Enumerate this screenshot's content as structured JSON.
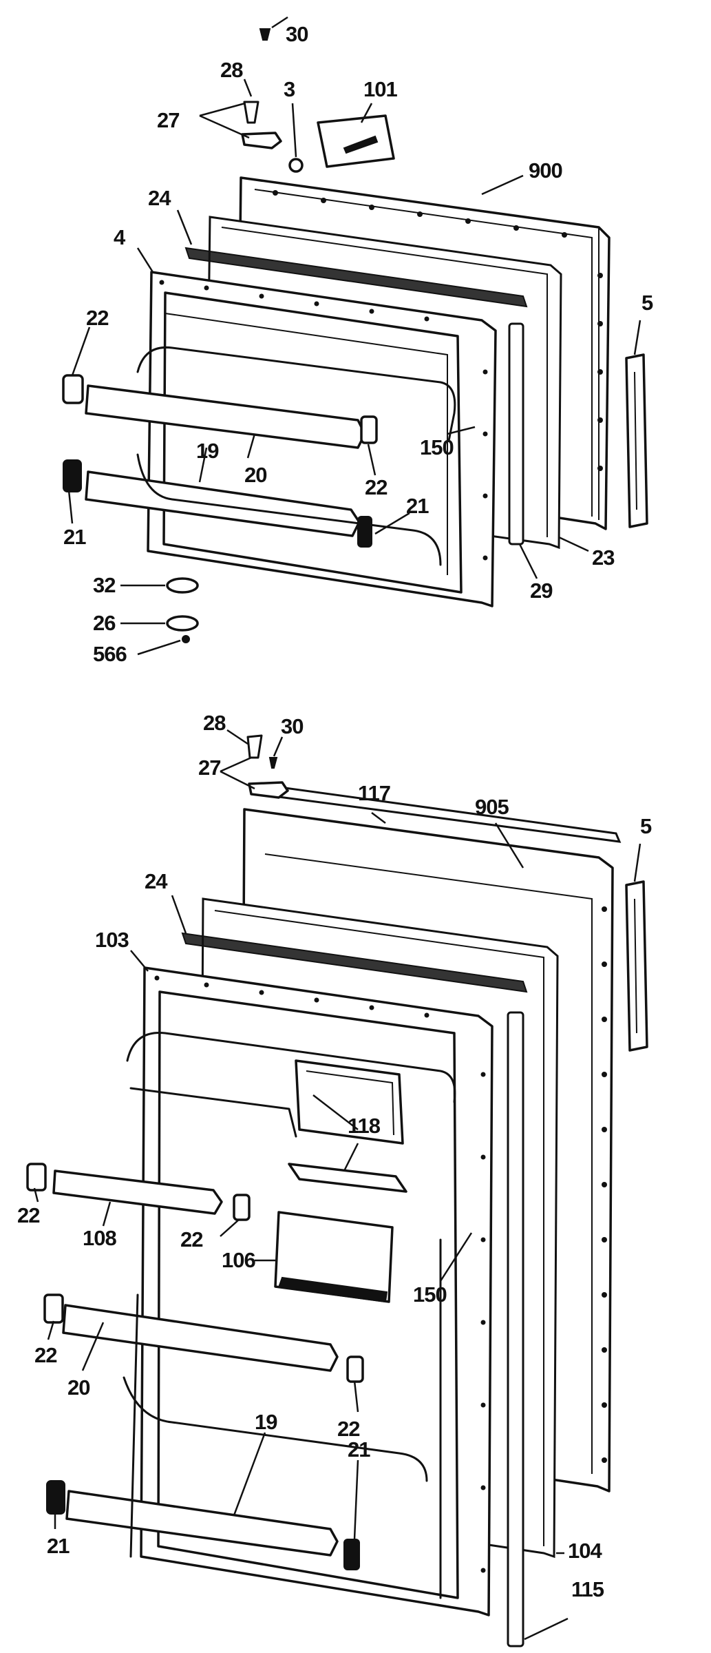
{
  "colors": {
    "ink": "#111111",
    "background": "#ffffff"
  },
  "top_door": {
    "labels": {
      "l30": "30",
      "l28": "28",
      "l3": "3",
      "l101": "101",
      "l27": "27",
      "l900": "900",
      "l24": "24",
      "l4": "4",
      "l5": "5",
      "l22a": "22",
      "l150": "150",
      "l19": "19",
      "l20": "20",
      "l22b": "22",
      "l21a": "21",
      "l21b": "21",
      "l23": "23",
      "l29": "29",
      "l32": "32",
      "l26": "26",
      "l566": "566"
    }
  },
  "bottom_door": {
    "labels": {
      "l28": "28",
      "l30": "30",
      "l27": "27",
      "l117": "117",
      "l905": "905",
      "l5": "5",
      "l24": "24",
      "l103": "103",
      "l118": "118",
      "l22a": "22",
      "l108": "108",
      "l22b": "22",
      "l106": "106",
      "l150": "150",
      "l22c": "22",
      "l20": "20",
      "l22d": "22",
      "l19": "19",
      "l21a": "21",
      "l21b": "21",
      "l104": "104",
      "l115": "115"
    }
  }
}
